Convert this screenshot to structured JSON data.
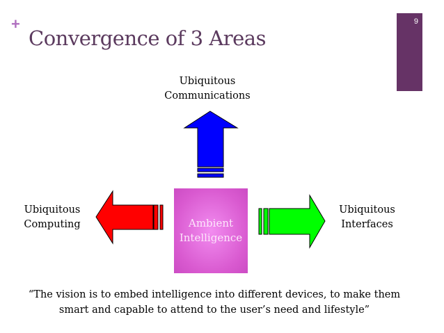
{
  "slide": {
    "title": "Convergence of 3 Areas",
    "page_number": "9",
    "accent_color": "#663366"
  },
  "diagram": {
    "center": "Ambient Intelligence",
    "top": {
      "line1": "Ubiquitous",
      "line2": "Communications",
      "color": "#0000ff"
    },
    "left": {
      "line1": "Ubiquitous",
      "line2": "Computing",
      "color": "#ff0000"
    },
    "right": {
      "line1": "Ubiquitous",
      "line2": "Interfaces",
      "color": "#00ff00"
    }
  },
  "quote": {
    "line1": "“The vision is to embed intelligence into different devices, to make them",
    "line2": "smart and capable to attend to the user’s need and lifestyle”"
  }
}
